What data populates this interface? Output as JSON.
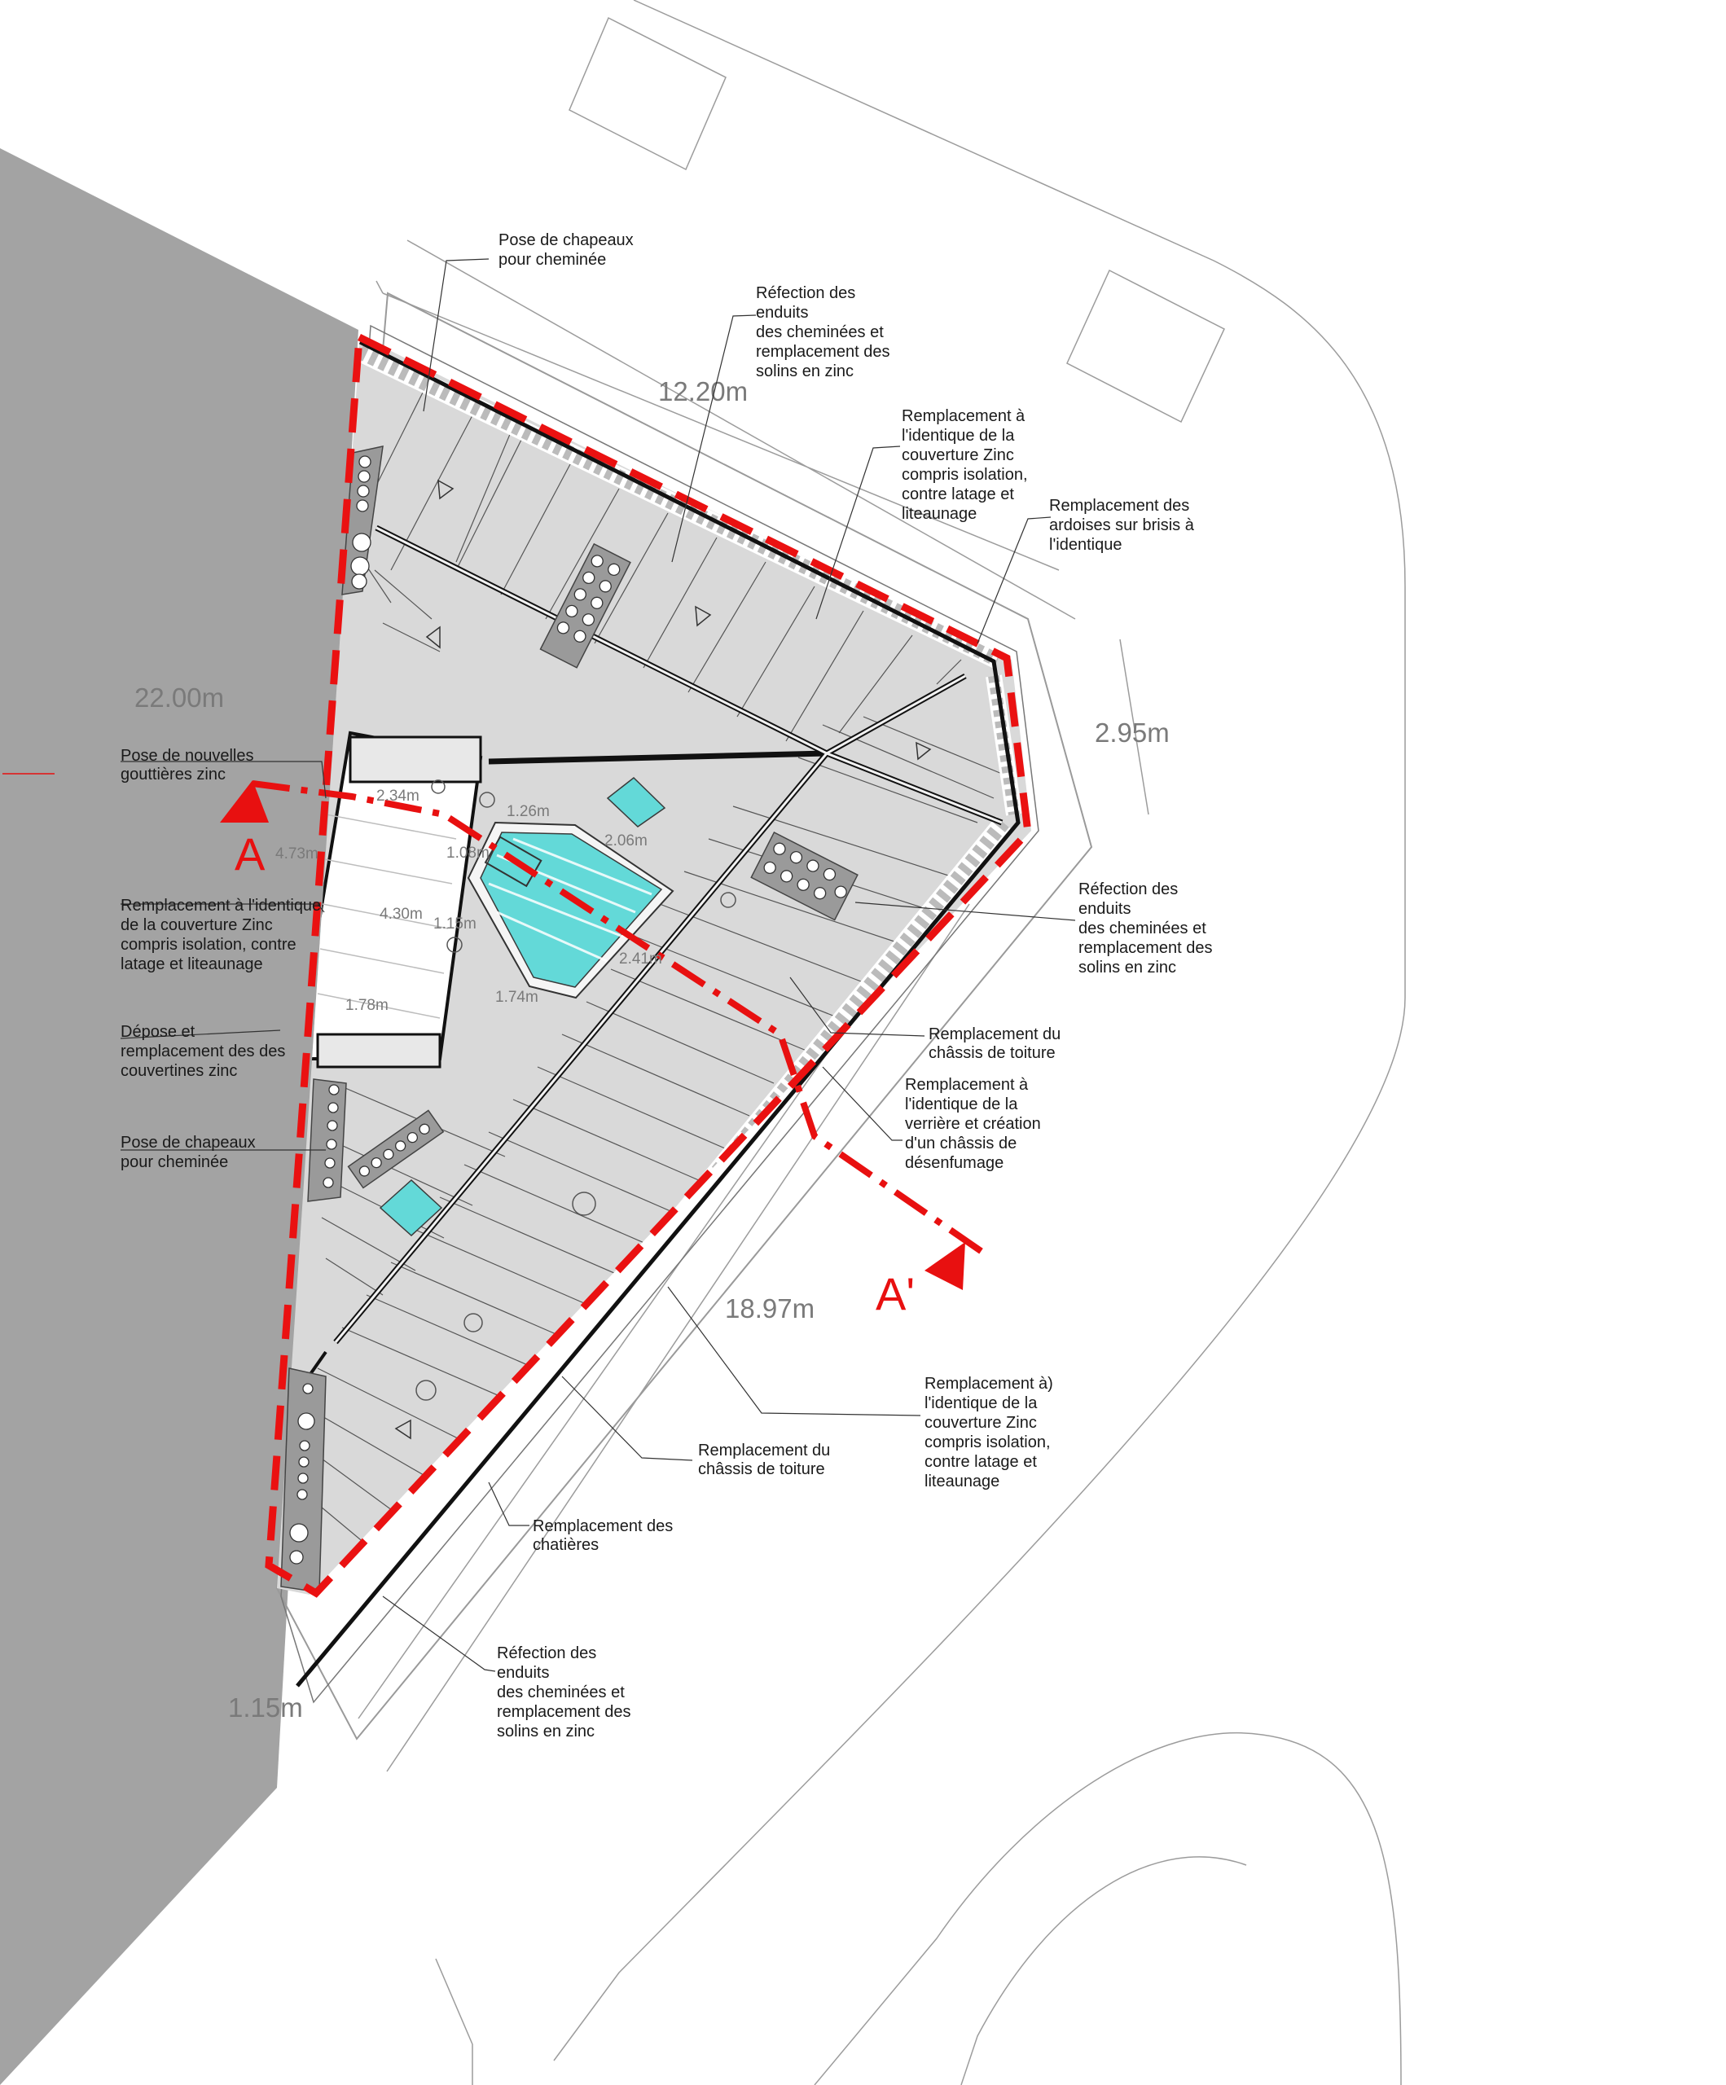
{
  "dimensions": {
    "top": "12.20m",
    "left": "22.00m",
    "right": "2.95m",
    "bottom": "18.97m",
    "corner": "1.15m",
    "terrace_width": "2.34m",
    "terrace_height": "4.73m",
    "terrace_mid": "4.30m",
    "terrace_low": "1.78m",
    "skylight_top": "1.26m",
    "skylight_side": "1.08m",
    "skylight_inner": "1.15m",
    "skylight_low": "1.74m",
    "skylight_length": "2.41m",
    "small_skylight": "2.06m"
  },
  "section": {
    "start": "A",
    "end": "A'"
  },
  "annotations": {
    "chapeaux_top": [
      "Pose de chapeaux",
      "pour cheminée"
    ],
    "enduits_top": [
      "Réfection des",
      "enduits",
      "des cheminées et",
      "remplacement des",
      "solins en zinc"
    ],
    "zinc_top": [
      "Remplacement à",
      "l'identique de la",
      "couverture Zinc",
      "compris isolation,",
      "contre latage et",
      "liteaunage"
    ],
    "ardoises": [
      "Remplacement des",
      "ardoises sur brisis à",
      "l'identique"
    ],
    "gouttieres": [
      "Pose de nouvelles",
      "gouttières zinc"
    ],
    "zinc_left": [
      "Remplacement à l'identique",
      "de la couverture Zinc",
      "compris isolation, contre",
      "latage et liteaunage"
    ],
    "couvertines": [
      "Dépose et",
      "remplacement des  des",
      "couvertines zinc"
    ],
    "chapeaux_left": [
      "Pose de chapeaux",
      "pour cheminée"
    ],
    "enduits_right": [
      "Réfection des",
      "enduits",
      "des cheminées et",
      "remplacement des",
      "solins en zinc"
    ],
    "chassis_right": [
      "Remplacement du",
      "châssis de toiture"
    ],
    "verriere": [
      "Remplacement à",
      "l'identique de la",
      "verrière et création",
      "d'un châssis de",
      "désenfumage"
    ],
    "zinc_bottom": [
      "Remplacement à)",
      "l'identique de la",
      "couverture Zinc",
      "compris isolation,",
      "contre latage et",
      "liteaunage"
    ],
    "chassis_bottom": [
      "Remplacement du",
      "châssis de toiture"
    ],
    "chatieres": [
      "Remplacement des",
      "chatières"
    ],
    "enduits_bottom": [
      "Réfection des",
      "enduits",
      "des cheminées et",
      "remplacement des",
      "solins en zinc"
    ]
  },
  "colors": {
    "boundary": "#ea1111",
    "glazing": "#63d9d8",
    "neighbour": "#a3a3a3",
    "roof": "#d9d9d9"
  }
}
